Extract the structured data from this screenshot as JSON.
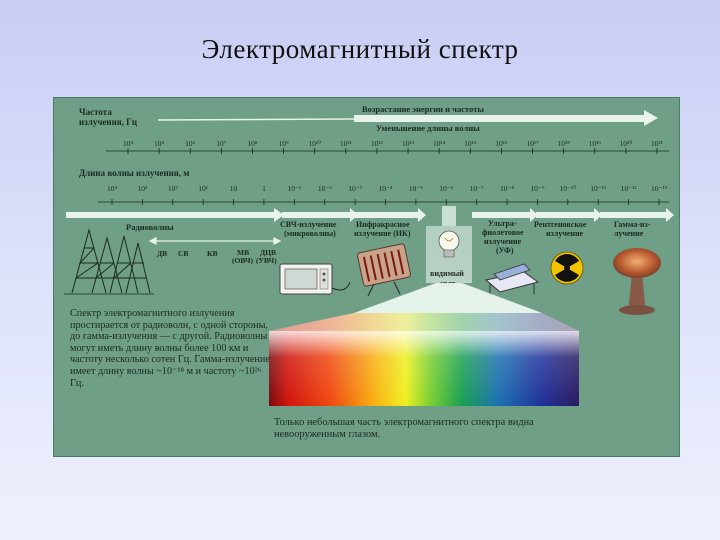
{
  "title": "Электромагнитный спектр",
  "freq_axis": {
    "label_line1": "Частота",
    "label_line2": "излучения, Гц",
    "ticks": [
      "10⁴",
      "10⁵",
      "10⁶",
      "10⁷",
      "10⁸",
      "10⁹",
      "10¹⁰",
      "10¹¹",
      "10¹²",
      "10¹³",
      "10¹⁴",
      "10¹⁵",
      "10¹⁶",
      "10¹⁷",
      "10¹⁸",
      "10¹⁹",
      "10²⁰",
      "10²¹"
    ]
  },
  "energy_arrow": {
    "line1": "Возрастание энергии и частоты",
    "line2": "Уменьшение длины волны"
  },
  "wave_axis": {
    "label": "Длина волны излучения, м",
    "ticks": [
      "10⁴",
      "10³",
      "10²",
      "10¹",
      "10",
      "1",
      "10⁻¹",
      "10⁻²",
      "10⁻³",
      "10⁻⁴",
      "10⁻⁵",
      "10⁻⁶",
      "10⁻⁷",
      "10⁻⁸",
      "10⁻⁹",
      "10⁻¹⁰",
      "10⁻¹¹",
      "10⁻¹²",
      "10⁻¹³"
    ]
  },
  "bands": {
    "radio": "Радиоволны",
    "microwave_line1": "СВЧ-излучение",
    "microwave_line2": "(микроволны)",
    "infrared_line1": "Инфракрасное",
    "infrared_line2": "излучение (ИК)",
    "visible_line1": "видимый",
    "visible_line2": "свет",
    "uv_line1": "Ультра-",
    "uv_line2": "фиолетовое",
    "uv_line3": "излучение",
    "uv_line4": "(УФ)",
    "xray_line1": "Рентгеновское",
    "xray_line2": "излучение",
    "gamma_line1": "Гамма-из-",
    "gamma_line2": "лучение"
  },
  "radio_subbands": {
    "dv": "ДВ",
    "sv": "СВ",
    "kv": "КВ",
    "mv_line1": "МВ",
    "mv_line2": "(ОВЧ)",
    "dtsv_line1": "ДЦВ",
    "dtsv_line2": "(УВЧ)"
  },
  "description": "Спектр электромагнитного излучения простирается от радиоволн, с одной стороны, до гамма-излучения — с другой. Радиоволны могут иметь длину волны более 100 км и частоту несколько сотен Гц. Гамма-излучение имеет длину волны ~10⁻¹⁸ м и частоту ~10²⁶ Гц.",
  "visible_note": "Только небольшая часть электромагнитного спектра видна невооруженным глазом.",
  "colors": {
    "panel": "#6f9f87",
    "arrow": "#e8f3ec",
    "text": "#1c2a22"
  },
  "icons": [
    "radio-tower-icon",
    "microwave-oven-icon",
    "heater-icon",
    "light-bulb-icon",
    "uv-lamp-icon",
    "radiation-icon",
    "mushroom-cloud-icon"
  ]
}
